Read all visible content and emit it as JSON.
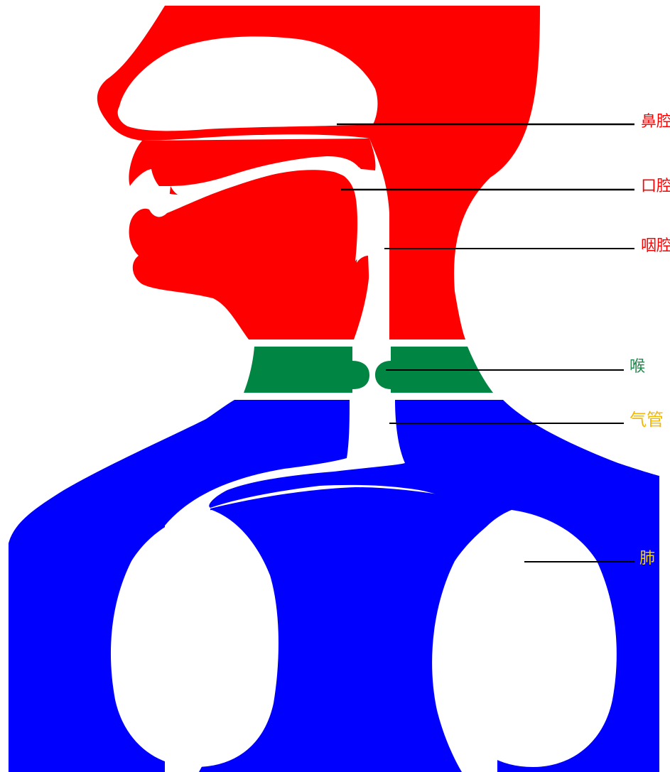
{
  "colors": {
    "head": "#ff0000",
    "larynx": "#008542",
    "thorax": "#0000ff",
    "cavity": "#ffffff",
    "leader": "#000000",
    "label_nasal": "#ff0000",
    "label_oral": "#ff0000",
    "label_pharynx": "#ff0000",
    "label_larynx": "#1e8a4a",
    "label_trachea": "#f5b800",
    "label_lung": "#f5d800"
  },
  "labels": {
    "nasal_cavity": "鼻腔",
    "oral_cavity": "口腔",
    "pharynx": "咽腔",
    "larynx": "喉",
    "trachea": "气管",
    "lung": "肺"
  }
}
